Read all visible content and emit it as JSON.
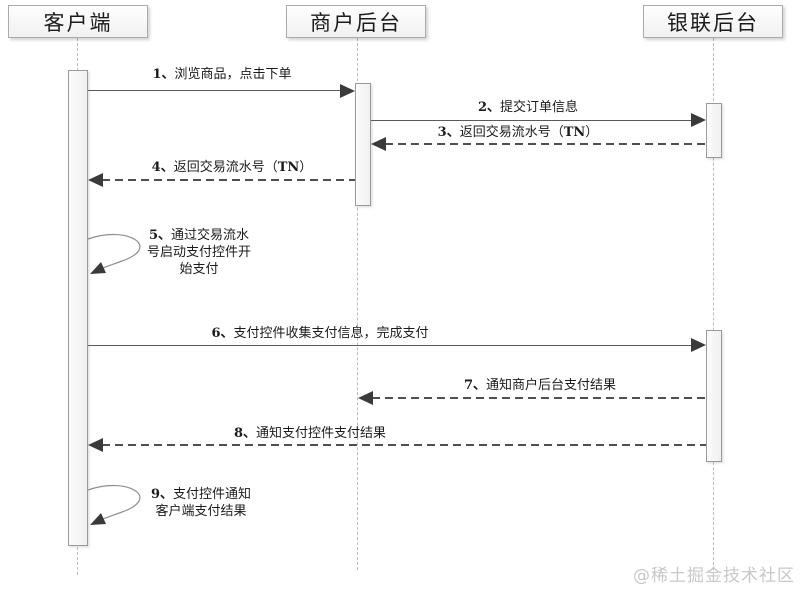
{
  "diagram_type": "sequence-diagram",
  "participants": [
    {
      "label": "客户端"
    },
    {
      "label": "商户后台"
    },
    {
      "label": "银联后台"
    }
  ],
  "messages": [
    {
      "num": "1、",
      "text": "浏览商品，点击下单",
      "style": "solid",
      "from": "客户端",
      "to": "商户后台"
    },
    {
      "num": "2、",
      "text": "提交订单信息",
      "style": "solid",
      "from": "商户后台",
      "to": "银联后台"
    },
    {
      "num": "3、",
      "text": "返回交易流水号（",
      "bold": "TN",
      "suffix": "）",
      "style": "dashed",
      "from": "银联后台",
      "to": "商户后台"
    },
    {
      "num": "4、",
      "text": "返回交易流水号（",
      "bold": "TN",
      "suffix": "）",
      "style": "dashed",
      "from": "商户后台",
      "to": "客户端"
    },
    {
      "num": "5、",
      "line1": "通过交易流水",
      "line2": "号启动支付控件开",
      "line3": "始支付",
      "style": "self",
      "from": "客户端",
      "to": "客户端"
    },
    {
      "num": "6、",
      "text": "支付控件收集支付信息，完成支付",
      "style": "solid",
      "from": "客户端",
      "to": "银联后台"
    },
    {
      "num": "7、",
      "text": "通知商户后台支付结果",
      "style": "dashed",
      "from": "银联后台",
      "to": "商户后台"
    },
    {
      "num": "8、",
      "text": "通知支付控件支付结果",
      "style": "dashed",
      "from": "银联后台",
      "to": "客户端"
    },
    {
      "num": "9、",
      "line1": "支付控件通知",
      "line2": "客户端支付结果",
      "style": "self",
      "from": "客户端",
      "to": "客户端"
    }
  ],
  "watermark": "@稀土掘金技术社区",
  "colors": {
    "arrow_line": "#5a5a5a",
    "arrowhead": "#3a3a3a",
    "lifeline": "#bcbcbc",
    "participant_border": "#ababab",
    "activation_fill": "#f5f5f5",
    "watermark": "#c8c8c8"
  }
}
